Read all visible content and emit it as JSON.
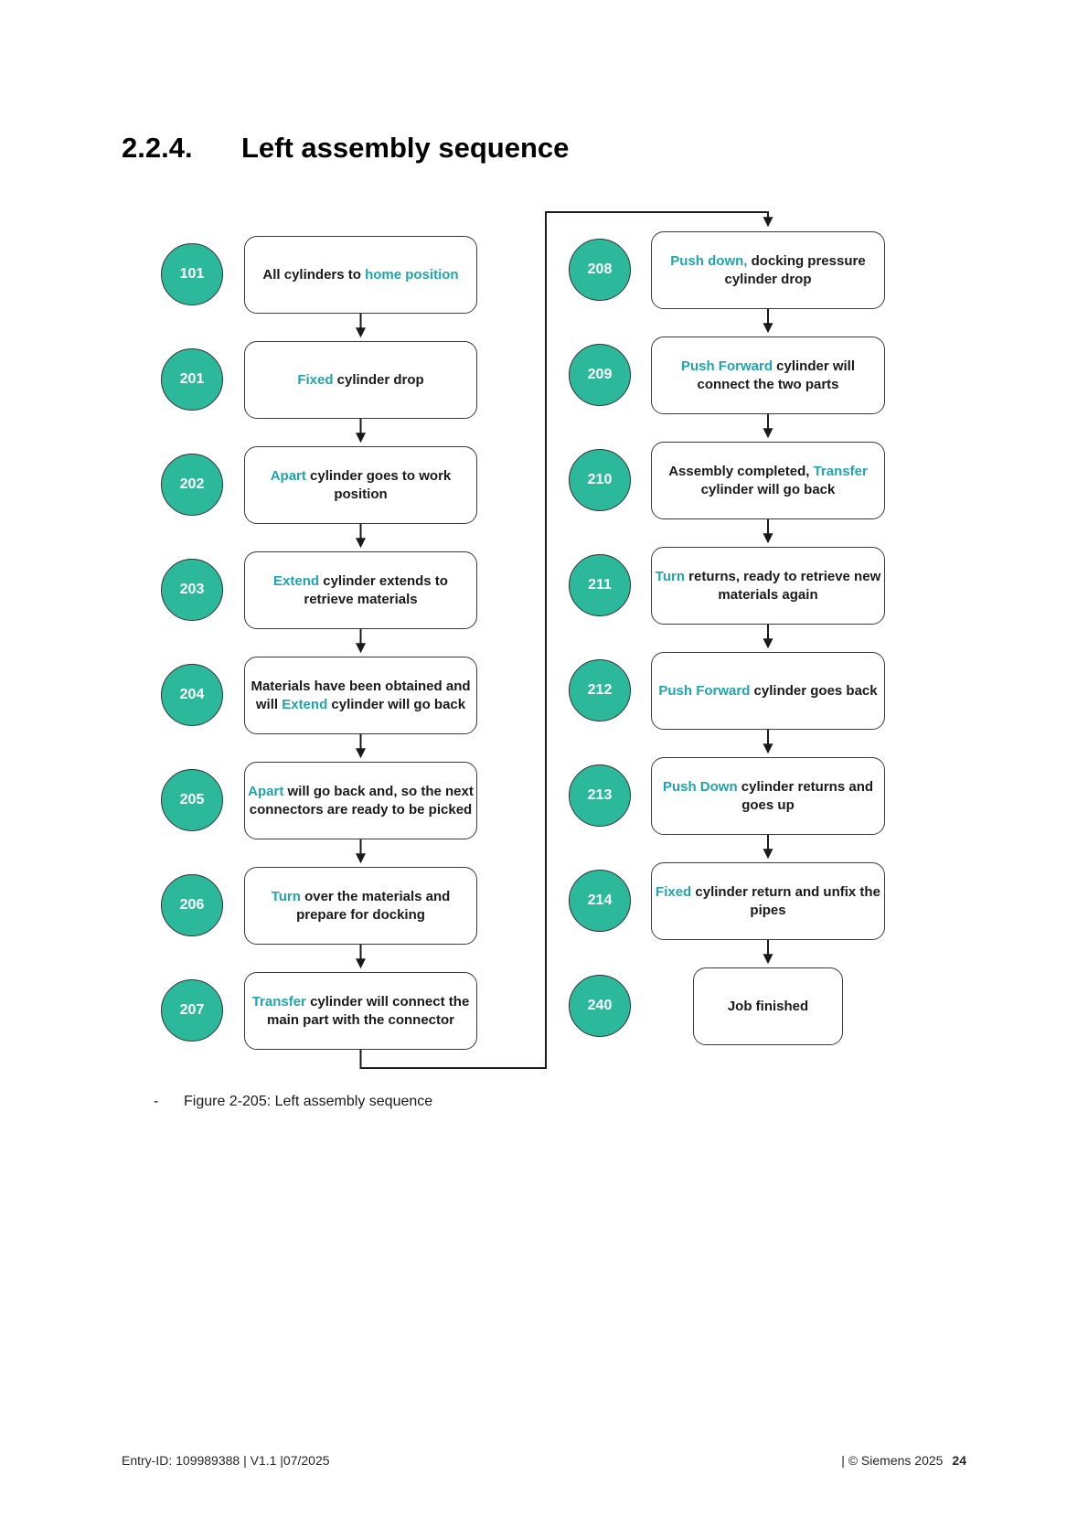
{
  "heading": {
    "number": "2.2.4.",
    "title": "Left assembly sequence"
  },
  "flowchart": {
    "left_column": [
      {
        "id": "101",
        "segments": [
          {
            "t": "All cylinders to ",
            "teal": false
          },
          {
            "t": "home position",
            "teal": true
          }
        ]
      },
      {
        "id": "201",
        "segments": [
          {
            "t": "Fixed",
            "teal": true
          },
          {
            "t": " cylinder drop",
            "teal": false
          }
        ]
      },
      {
        "id": "202",
        "segments": [
          {
            "t": "Apart",
            "teal": true
          },
          {
            "t": " cylinder goes to work position",
            "teal": false
          }
        ]
      },
      {
        "id": "203",
        "segments": [
          {
            "t": "Extend",
            "teal": true
          },
          {
            "t": " cylinder extends to retrieve materials",
            "teal": false
          }
        ]
      },
      {
        "id": "204",
        "segments": [
          {
            "t": "Materials have been obtained and will ",
            "teal": false
          },
          {
            "t": "Extend",
            "teal": true
          },
          {
            "t": " cylinder will go back",
            "teal": false
          }
        ]
      },
      {
        "id": "205",
        "segments": [
          {
            "t": "Apart",
            "teal": true
          },
          {
            "t": " will go back and, so the next connectors are ready to be picked",
            "teal": false
          }
        ]
      },
      {
        "id": "206",
        "segments": [
          {
            "t": "Turn",
            "teal": true
          },
          {
            "t": " over the materials and prepare for docking",
            "teal": false
          }
        ]
      },
      {
        "id": "207",
        "segments": [
          {
            "t": "Transfer",
            "teal": true
          },
          {
            "t": " cylinder will connect the main part with the connector",
            "teal": false
          }
        ]
      }
    ],
    "right_column": [
      {
        "id": "208",
        "segments": [
          {
            "t": "Push down,",
            "teal": true
          },
          {
            "t": " docking pressure cylinder drop",
            "teal": false
          }
        ]
      },
      {
        "id": "209",
        "segments": [
          {
            "t": "Push Forward",
            "teal": true
          },
          {
            "t": " cylinder will connect the two parts",
            "teal": false
          }
        ]
      },
      {
        "id": "210",
        "segments": [
          {
            "t": "Assembly completed, ",
            "teal": false
          },
          {
            "t": "Transfer",
            "teal": true
          },
          {
            "t": " cylinder will go back",
            "teal": false
          }
        ]
      },
      {
        "id": "211",
        "segments": [
          {
            "t": "Turn",
            "teal": true
          },
          {
            "t": " returns, ready to retrieve new materials again",
            "teal": false
          }
        ]
      },
      {
        "id": "212",
        "segments": [
          {
            "t": "Push Forward",
            "teal": true
          },
          {
            "t": " cylinder goes back",
            "teal": false
          }
        ]
      },
      {
        "id": "213",
        "segments": [
          {
            "t": "Push Down",
            "teal": true
          },
          {
            "t": " cylinder returns and goes up",
            "teal": false
          }
        ]
      },
      {
        "id": "214",
        "segments": [
          {
            "t": "Fixed",
            "teal": true
          },
          {
            "t": " cylinder return and unfix the pipes",
            "teal": false
          }
        ]
      },
      {
        "id": "240",
        "segments": [
          {
            "t": "Job finished",
            "teal": false
          }
        ]
      }
    ]
  },
  "caption": {
    "marker": "-",
    "text": "Figure 2-205: Left assembly sequence"
  },
  "footer": {
    "entry_id": "Entry-ID: 109989388 | V1.1 |07/2025",
    "copyright": "| © Siemens 2025",
    "page_number": "24"
  },
  "colors": {
    "circle_fill": "#2cb99b",
    "keyword_teal": "#1fa5ad",
    "line_black": "#1a1a1a"
  }
}
